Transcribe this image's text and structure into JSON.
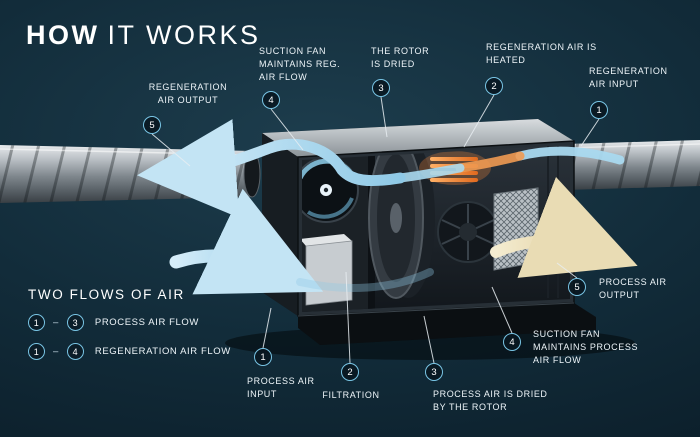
{
  "title": {
    "bold": "HOW",
    "rest": "IT WORKS"
  },
  "legend": {
    "heading": "TWO FLOWS OF AIR",
    "rows": [
      {
        "from": "1",
        "sep": "–",
        "to": "3",
        "label": "PROCESS AIR FLOW"
      },
      {
        "from": "1",
        "sep": "–",
        "to": "4",
        "label": "REGENERATION AIR FLOW"
      }
    ]
  },
  "callouts": [
    {
      "num": "5",
      "label": "REGENERATION AIR OUTPUT"
    },
    {
      "num": "4",
      "label": "SUCTION FAN MAINTAINS REG. AIR FLOW"
    },
    {
      "num": "3",
      "label": "THE ROTOR IS DRIED"
    },
    {
      "num": "2",
      "label": "REGENERATION AIR IS HEATED"
    },
    {
      "num": "1",
      "label": "REGENERATION AIR INPUT"
    },
    {
      "num": "5",
      "label": "PROCESS AIR OUTPUT"
    },
    {
      "num": "4",
      "label": "SUCTION FAN MAINTAINS PROCESS AIR FLOW"
    },
    {
      "num": "3",
      "label": "PROCESS AIR IS DRIED BY THE ROTOR"
    },
    {
      "num": "2",
      "label": "FILTRATION"
    },
    {
      "num": "1",
      "label": "PROCESS AIR INPUT"
    }
  ],
  "colors": {
    "accent_blue": "#79c5e5",
    "flow_blue": "#a9d9ef",
    "flow_beige": "#e9dcb4",
    "heater_orange": "#f09a52",
    "text": "#ffffff",
    "background_top": "#1d3d4d",
    "background_bottom": "#0a1b26"
  }
}
